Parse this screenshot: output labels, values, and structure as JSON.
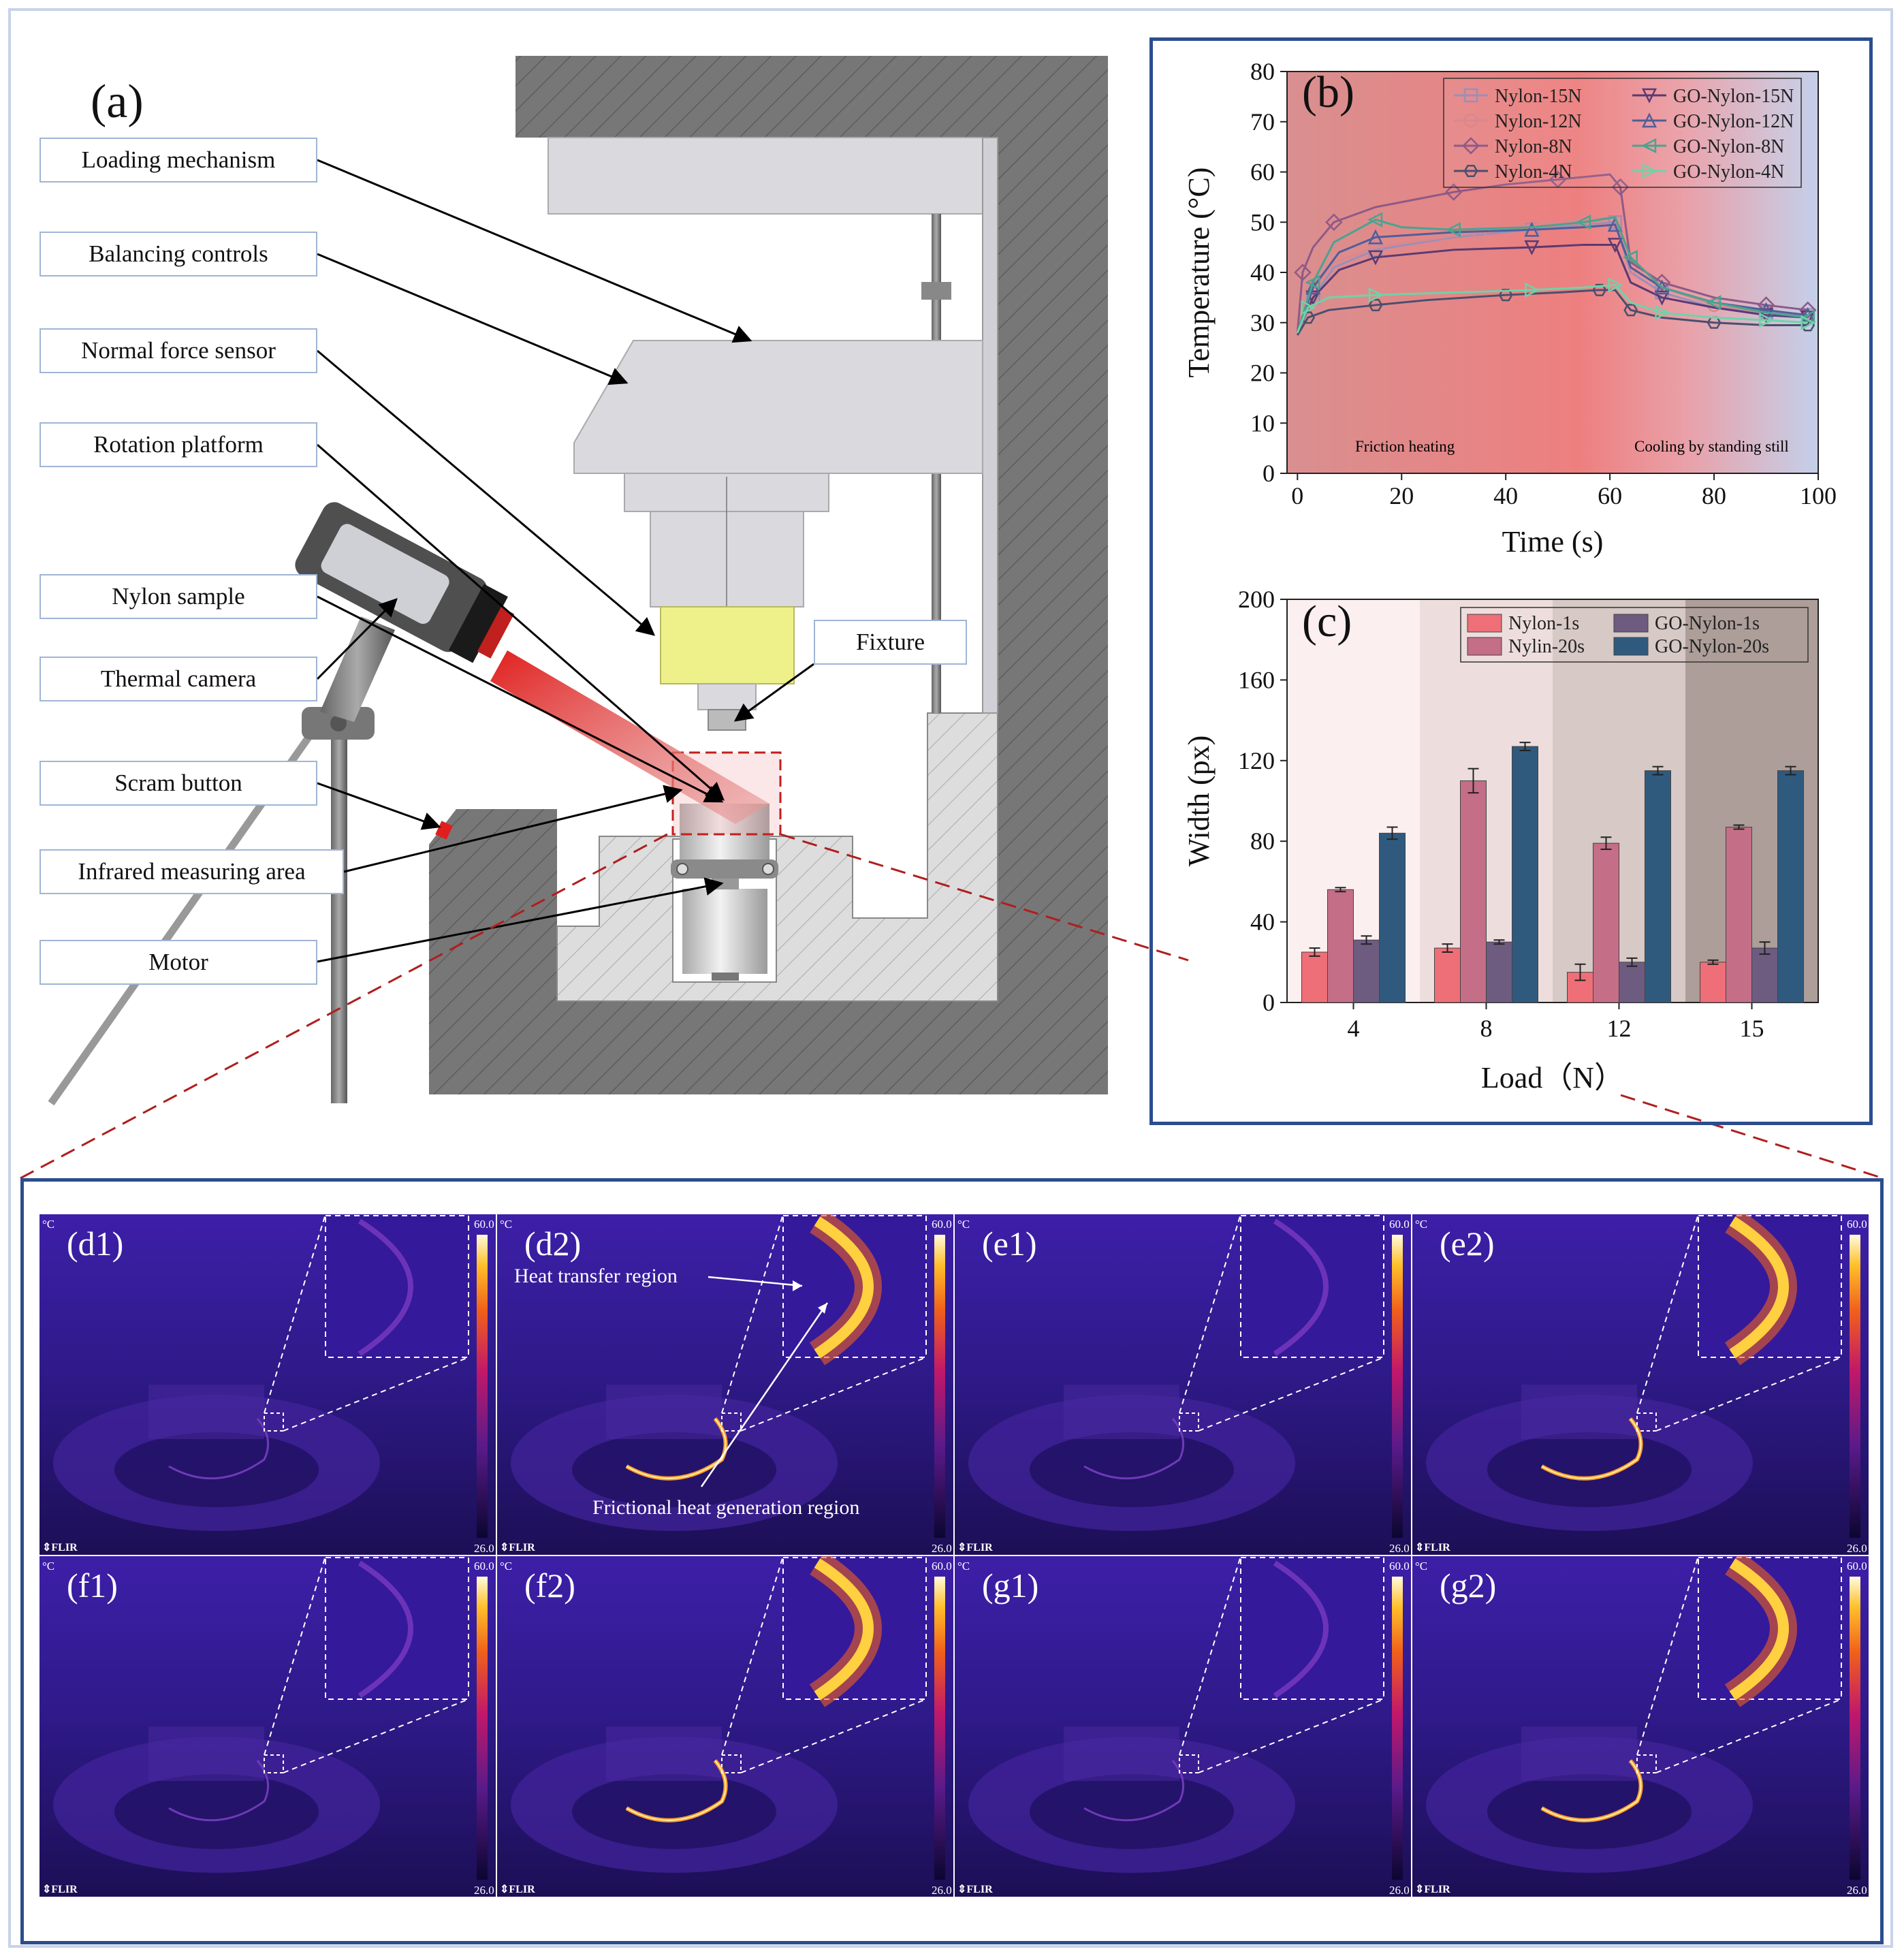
{
  "panel_a": {
    "label": "(a)",
    "callouts": [
      "Loading mechanism",
      "Balancing controls",
      "Normal force sensor",
      "Rotation platform",
      "Nylon sample",
      "Thermal camera",
      "Scram button",
      "Infrared measuring area",
      "Motor"
    ],
    "fixture_label": "Fixture"
  },
  "panel_b": {
    "label": "(b)",
    "region_left": "Friction heating",
    "region_right": "Cooling by standing still"
  },
  "panel_c": {
    "label": "(c)"
  },
  "chart_data": [
    {
      "type": "line",
      "panel": "(b)",
      "xlabel": "Time (s)",
      "ylabel": "Temperature (°C)",
      "xlim": [
        -2,
        100
      ],
      "ylim": [
        0,
        80
      ],
      "xticks": [
        0,
        20,
        40,
        60,
        80,
        100
      ],
      "yticks": [
        0,
        10,
        20,
        30,
        40,
        50,
        60,
        70,
        80
      ],
      "legend_position": "top-right",
      "annotations": [
        "Friction heating",
        "Cooling by standing still"
      ],
      "series": [
        {
          "name": "Nylon-15N",
          "marker": "square",
          "color": "#9a8fb8",
          "x": [
            0,
            3,
            7,
            15,
            30,
            45,
            55,
            61,
            64,
            70,
            80,
            90,
            98
          ],
          "y": [
            28,
            35,
            41,
            44.5,
            47,
            48.5,
            49.5,
            50,
            40,
            36,
            33,
            32,
            31.5
          ]
        },
        {
          "name": "Nylon-12N",
          "marker": "circle",
          "color": "#d9888f",
          "x": [
            0,
            3,
            7,
            15,
            25,
            35,
            45,
            55,
            61,
            64,
            70,
            80,
            90,
            98
          ],
          "y": [
            28,
            37,
            42,
            45,
            46.5,
            48,
            49.5,
            50.5,
            51,
            41,
            37,
            33.5,
            32,
            31
          ]
        },
        {
          "name": "Nylon-8N",
          "marker": "diamond",
          "color": "#8e5a86",
          "x": [
            0,
            1,
            3,
            7,
            15,
            30,
            40,
            50,
            60,
            62,
            64,
            70,
            80,
            90,
            98
          ],
          "y": [
            28,
            40,
            45,
            50,
            53,
            56,
            57.5,
            58.5,
            59.5,
            57,
            42,
            38,
            35,
            33.5,
            32.5
          ]
        },
        {
          "name": "Nylon-4N",
          "marker": "hexagon",
          "color": "#4a4f6e",
          "x": [
            0,
            2,
            6,
            15,
            25,
            40,
            50,
            58,
            61,
            64,
            70,
            80,
            90,
            98
          ],
          "y": [
            27.5,
            31,
            32.5,
            33.5,
            34.5,
            35.5,
            36,
            36.5,
            36.5,
            32.5,
            31,
            30,
            29.5,
            29.5
          ]
        },
        {
          "name": "GO-Nylon-15N",
          "marker": "triangle-down",
          "color": "#5a3a72",
          "x": [
            0,
            3,
            8,
            15,
            30,
            45,
            55,
            61,
            64,
            70,
            80,
            90,
            98
          ],
          "y": [
            28,
            35,
            40.5,
            43,
            44.5,
            45,
            45.5,
            45.5,
            38,
            35,
            33,
            31.5,
            31
          ]
        },
        {
          "name": "GO-Nylon-12N",
          "marker": "triangle-up",
          "color": "#4f5e9a",
          "x": [
            0,
            3,
            8,
            15,
            30,
            45,
            55,
            61,
            64,
            70,
            80,
            90,
            98
          ],
          "y": [
            28,
            37,
            44,
            47,
            48,
            48.5,
            49,
            49.5,
            41,
            37,
            34,
            32.5,
            31.5
          ]
        },
        {
          "name": "GO-Nylon-8N",
          "marker": "triangle-left",
          "color": "#4aa38f",
          "x": [
            0,
            3,
            7,
            15,
            20,
            30,
            45,
            55,
            61,
            64,
            70,
            80,
            90,
            98
          ],
          "y": [
            28,
            38,
            46,
            50.5,
            49,
            48.5,
            49,
            50,
            51,
            43,
            37,
            34,
            32,
            31
          ]
        },
        {
          "name": "GO-Nylon-4N",
          "marker": "triangle-right",
          "color": "#6fd3a8",
          "x": [
            0,
            2,
            6,
            15,
            30,
            45,
            55,
            61,
            64,
            70,
            80,
            90,
            98
          ],
          "y": [
            28,
            33,
            35,
            35.5,
            36,
            36.5,
            37,
            37.5,
            34,
            32,
            31,
            30.5,
            30
          ]
        }
      ]
    },
    {
      "type": "bar",
      "panel": "(c)",
      "xlabel": "Load（N）",
      "ylabel": "Width (px)",
      "ylim": [
        0,
        200
      ],
      "yticks": [
        0,
        40,
        80,
        120,
        160,
        200
      ],
      "categories": [
        "4",
        "8",
        "12",
        "15"
      ],
      "legend_position": "top-right",
      "series": [
        {
          "name": "Nylon-1s",
          "color": "#ef6f78",
          "values": [
            25,
            27,
            15,
            20
          ],
          "errors": [
            2,
            2,
            4,
            1
          ]
        },
        {
          "name": "Nylin-20s",
          "color": "#c46e88",
          "values": [
            56,
            110,
            79,
            87
          ],
          "errors": [
            1,
            6,
            3,
            1
          ]
        },
        {
          "name": "GO-Nylon-1s",
          "color": "#6d5b80",
          "values": [
            31,
            30,
            20,
            27
          ],
          "errors": [
            2,
            1,
            2,
            3
          ]
        },
        {
          "name": "GO-Nylon-20s",
          "color": "#2f5a7e",
          "values": [
            84,
            127,
            115,
            115
          ],
          "errors": [
            3,
            2,
            2,
            2
          ]
        }
      ],
      "band_colors": [
        "#fcefef",
        "#eddedd",
        "#d6c9c6",
        "#ad9e99"
      ]
    }
  ],
  "thermal": {
    "panels": [
      {
        "label": "(d1)",
        "hot": false,
        "note": ""
      },
      {
        "label": "(d2)",
        "hot": true,
        "note": ""
      },
      {
        "label": "(e1)",
        "hot": false,
        "note": ""
      },
      {
        "label": "(e2)",
        "hot": true,
        "note": ""
      },
      {
        "label": "(f1)",
        "hot": false,
        "note": ""
      },
      {
        "label": "(f2)",
        "hot": true,
        "note": ""
      },
      {
        "label": "(g1)",
        "hot": false,
        "note": ""
      },
      {
        "label": "(g2)",
        "hot": true,
        "note": ""
      }
    ],
    "scale_max": "60.0",
    "scale_min": "26.0",
    "unit": "°C",
    "brand": "⇕FLIR",
    "annotation_transfer": "Heat transfer region",
    "annotation_generation": "Frictional heat generation region"
  }
}
